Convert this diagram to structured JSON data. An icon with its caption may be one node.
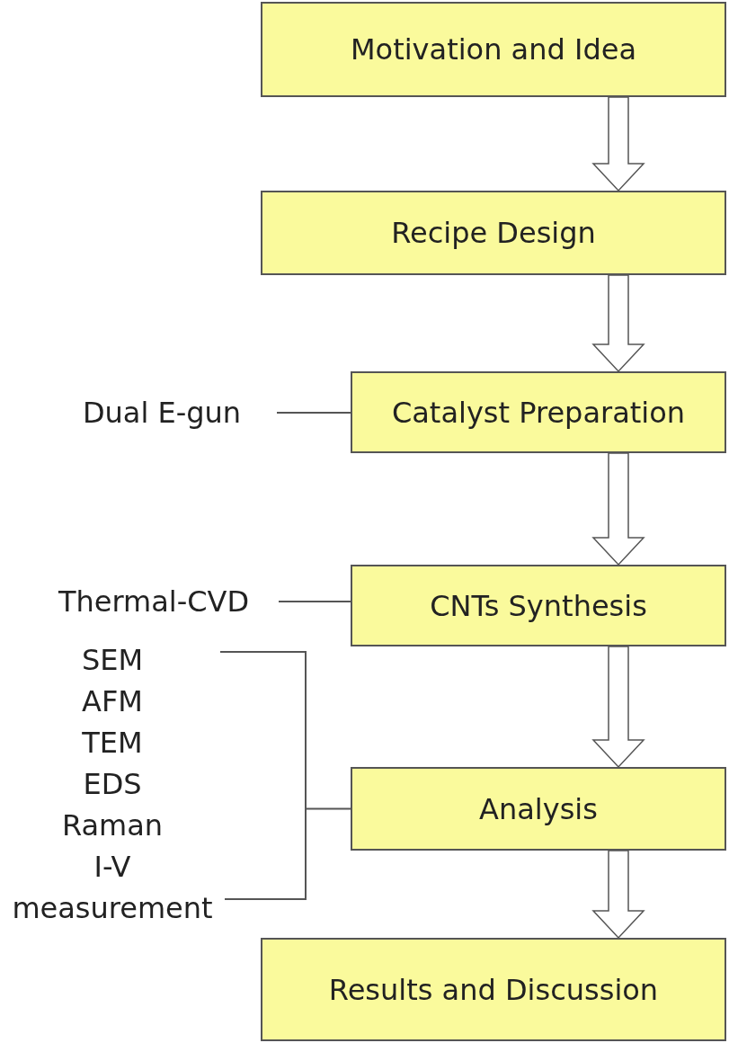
{
  "diagram": {
    "nodes": [
      {
        "text": [
          "Motivation and Idea"
        ]
      },
      {
        "text": [
          "Recipe Design"
        ]
      },
      {
        "text": [
          "Catalyst Preparation"
        ]
      },
      {
        "text": [
          "CNTs Synthesis"
        ]
      },
      {
        "text": [
          "Analysis"
        ]
      },
      {
        "text": [
          "Results and Discussion"
        ]
      },
      {
        "text": [
          "Dual E-gun"
        ]
      },
      {
        "text": [
          "Thermal-CVD"
        ]
      },
      {
        "text": [
          "SEM",
          "AFM",
          "TEM",
          "EDS",
          "Raman",
          "I-V measurement"
        ]
      }
    ],
    "edges": [
      {
        "from": 0,
        "to": 1,
        "arrow": "to"
      },
      {
        "from": 1,
        "to": 2,
        "arrow": "to"
      },
      {
        "from": 2,
        "to": 3,
        "arrow": "to"
      },
      {
        "from": 3,
        "to": 4,
        "arrow": "to"
      },
      {
        "from": 4,
        "to": 5,
        "arrow": "to"
      },
      {
        "from": 6,
        "to": 2,
        "arrow": "none"
      },
      {
        "from": 7,
        "to": 3,
        "arrow": "none"
      },
      {
        "from": 8,
        "to": 4,
        "arrow": "none"
      }
    ]
  }
}
